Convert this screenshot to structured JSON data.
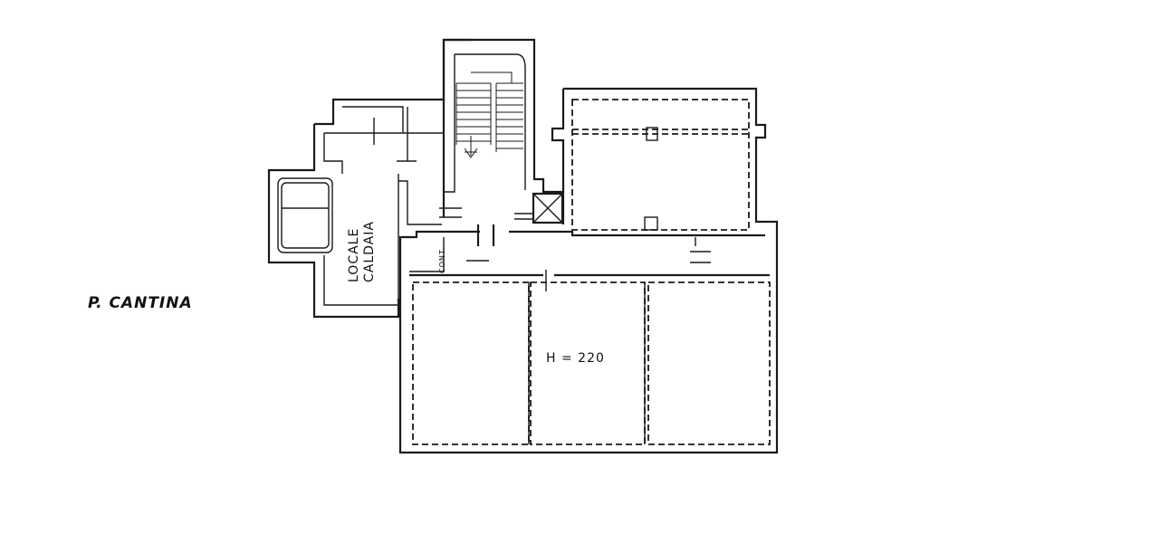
{
  "plan": {
    "floor_label": "P. CANTINA",
    "room_boiler_line1": "LOCALE",
    "room_boiler_line2": "CALDAIA",
    "room_meters": "CONT.",
    "height_note": "H = 220"
  }
}
